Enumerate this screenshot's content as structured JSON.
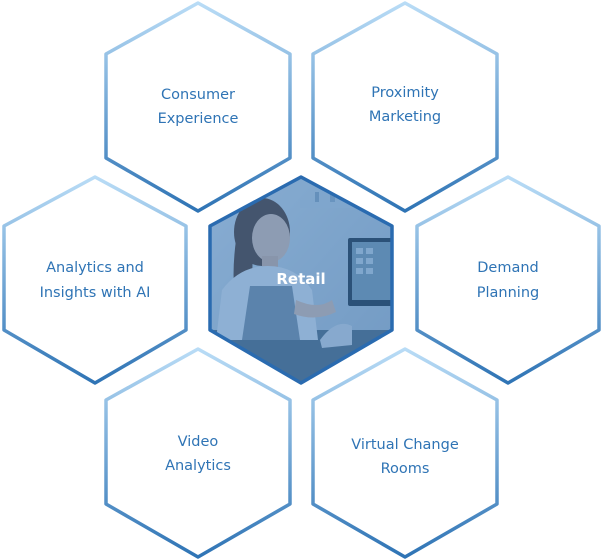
{
  "center": {
    "label": "Retail",
    "image": "woman-at-retail-counter-photo"
  },
  "items": [
    {
      "lines": [
        "Consumer",
        "Experience"
      ]
    },
    {
      "lines": [
        "Proximity",
        "Marketing"
      ]
    },
    {
      "lines": [
        "Analytics and",
        "Insights with AI"
      ]
    },
    {
      "lines": [
        "Demand",
        "Planning"
      ]
    },
    {
      "lines": [
        "Video",
        "Analytics"
      ]
    },
    {
      "lines": [
        "Virtual Change",
        "Rooms"
      ]
    }
  ],
  "colors": {
    "stroke_light": "#b9dcf6",
    "stroke_dark": "#2f74b5",
    "label": "#2f74b5",
    "center_overlay": "#2f6fb3",
    "center_border": "#2a6bb0"
  }
}
